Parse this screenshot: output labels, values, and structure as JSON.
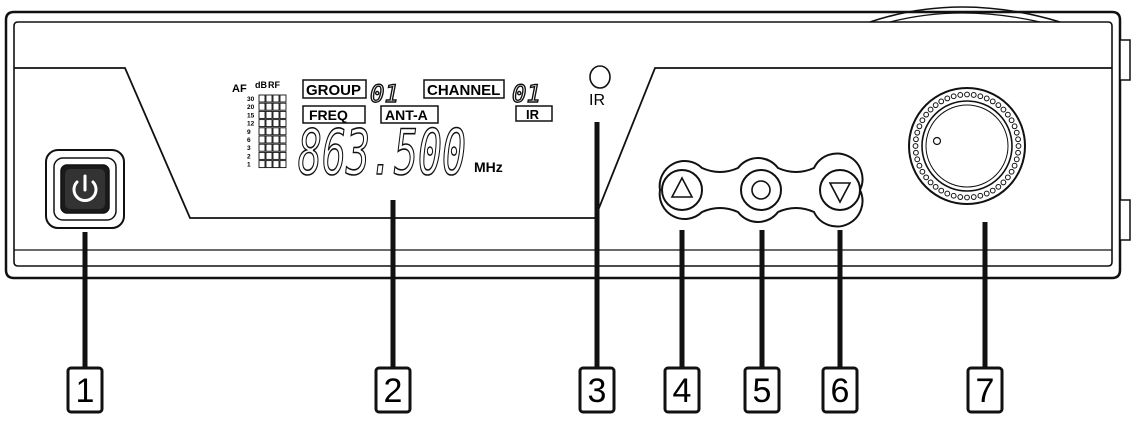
{
  "front_panel": {
    "lcd": {
      "af_label": "AF",
      "db_label": "dB",
      "rf_label": "RF",
      "meter_scale": [
        "30",
        "20",
        "15",
        "12",
        "9",
        "6",
        "3",
        "2",
        "1"
      ],
      "group_label": "GROUP",
      "group_value": "01",
      "channel_label": "CHANNEL",
      "channel_value": "01",
      "freq_label": "FREQ",
      "antenna_label": "ANT-A",
      "ir_indicator": "IR",
      "frequency_value": "863.500",
      "frequency_unit": "MHz"
    },
    "ir_sensor_label": "IR"
  },
  "callouts": [
    "1",
    "2",
    "3",
    "4",
    "5",
    "6",
    "7"
  ]
}
